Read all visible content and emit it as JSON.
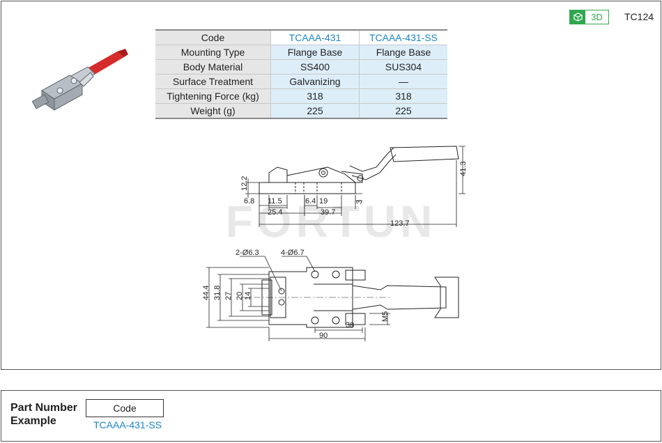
{
  "header": {
    "badge_3d": "3D",
    "product_code": "TC124",
    "badge_color": "#2fa84f"
  },
  "spec_table": {
    "rows": [
      {
        "label": "Code",
        "v1": "TCAAA-431",
        "v2": "TCAAA-431-SS"
      },
      {
        "label": "Mounting Type",
        "v1": "Flange Base",
        "v2": "Flange Base"
      },
      {
        "label": "Body Material",
        "v1": "SS400",
        "v2": "SUS304"
      },
      {
        "label": "Surface Treatment",
        "v1": "Galvanizing",
        "v2": "—"
      },
      {
        "label": "Tightening Force (kg)",
        "v1": "318",
        "v2": "318"
      },
      {
        "label": "Weight (g)",
        "v1": "225",
        "v2": "225"
      }
    ],
    "accent_color": "#1b86c6"
  },
  "drawing": {
    "watermark": "FORTUN",
    "side_view_dims": [
      "12.2",
      "6.8",
      "11.5",
      "25.4",
      "6.4",
      "19",
      "39.7",
      "3",
      "41.3",
      "123.7"
    ],
    "top_view_dims": [
      "2-Ø6.3",
      "4-Ø6.7",
      "44.4",
      "31.8",
      "27",
      "20",
      "14",
      "38",
      "M5",
      "90"
    ]
  },
  "part_number": {
    "title_line1": "Part Number",
    "title_line2": "Example",
    "box_label": "Code",
    "example": "TCAAA-431-SS"
  }
}
